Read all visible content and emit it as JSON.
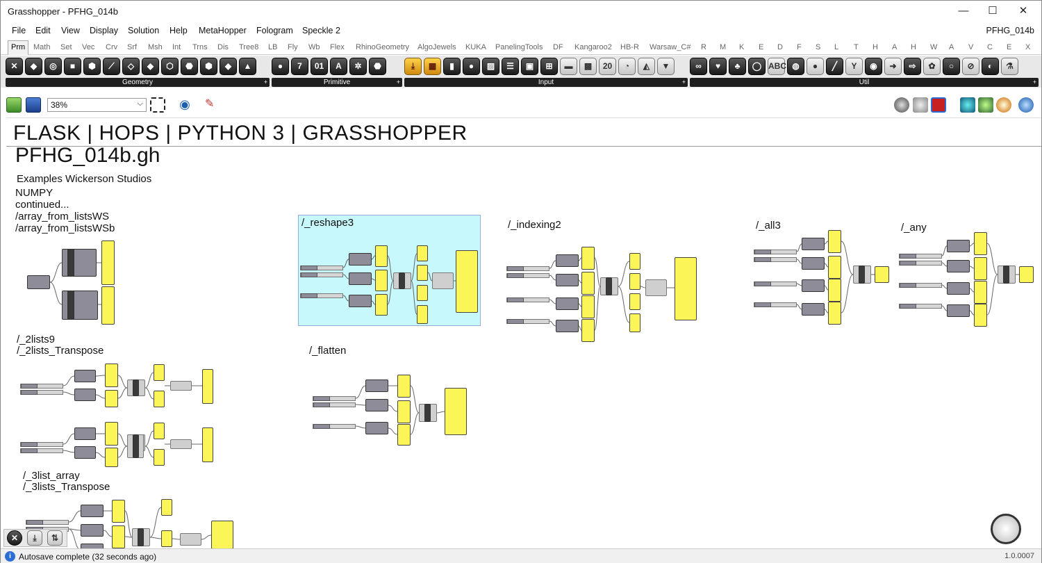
{
  "window": {
    "title": "Grasshopper - PFHG_014b",
    "minimize": "—",
    "maximize": "☐",
    "close": "✕"
  },
  "menu": [
    "File",
    "Edit",
    "View",
    "Display",
    "Solution",
    "Help",
    "MetaHopper",
    "Fologram",
    "Speckle 2"
  ],
  "doc_name": "PFHG_014b",
  "tabs": [
    "Prm",
    "Math",
    "Set",
    "Vec",
    "Crv",
    "Srf",
    "Msh",
    "Int",
    "Trns",
    "Dis",
    "Tree8",
    "LB",
    "Fly",
    "Wb",
    "Flex",
    "RhinoGeometry",
    "AlgoJewels",
    "KUKA",
    "PanelingTools",
    "DF",
    "Kangaroo2",
    "HB-R",
    "Warsaw_C#",
    "R",
    "M",
    "K",
    "E",
    "D",
    "F",
    "S",
    "L",
    "T",
    "H",
    "A",
    "H",
    "W",
    "A",
    "V",
    "C",
    "E",
    "X"
  ],
  "active_tab": "Prm",
  "ribbon_groups": [
    {
      "label": "Geometry",
      "icons": [
        "✕",
        "◆",
        "◎",
        "■",
        "⬢",
        "⟋",
        "◇",
        "◆",
        "⬡",
        "⬣",
        "⬢",
        "◆",
        "▲"
      ]
    },
    {
      "label": "Primitive",
      "icons": [
        "●",
        "7",
        "01",
        "A",
        "✲",
        "⬣"
      ]
    },
    {
      "label": "Input",
      "icons": [
        "⤓",
        "▦",
        "▮",
        "●",
        "▨",
        "☰",
        "▣",
        "⊞",
        "▬",
        "▩",
        "20",
        "◔",
        "◭",
        "▼"
      ]
    },
    {
      "label": "Util",
      "icons": [
        "∞",
        "♥",
        "♣",
        "◯",
        "ABC",
        "◍",
        "●",
        "╱",
        "Y",
        "◉",
        "➜",
        "⇨",
        "✿",
        "○",
        "⊘",
        "◐",
        "⚗"
      ]
    }
  ],
  "zoom": {
    "value": "38%"
  },
  "canvas": {
    "heading": "FLASK | HOPS | PYTHON 3 | GRASSHOPPER",
    "file_title": "PFHG_014b.gh",
    "notes": {
      "credit": "Examples Wickerson Studios",
      "numpy": "NUMPY",
      "continued": "continued...",
      "array_ws": "/array_from_listsWS",
      "array_wsb": "/array_from_listsWSb",
      "reshape": "/_reshape3",
      "indexing": "/_indexing2",
      "all": "/_all3",
      "any": "/_any",
      "lists9": "/_2lists9",
      "lists_transpose": "/_2lists_Transpose",
      "flatten": "/_flatten",
      "list3_array": "/_3list_array",
      "lists3_transpose": "/_3lists_Transpose"
    }
  },
  "status": {
    "message": "Autosave complete (32 seconds ago)",
    "version": "1.0.0007",
    "info_icon": "i"
  }
}
